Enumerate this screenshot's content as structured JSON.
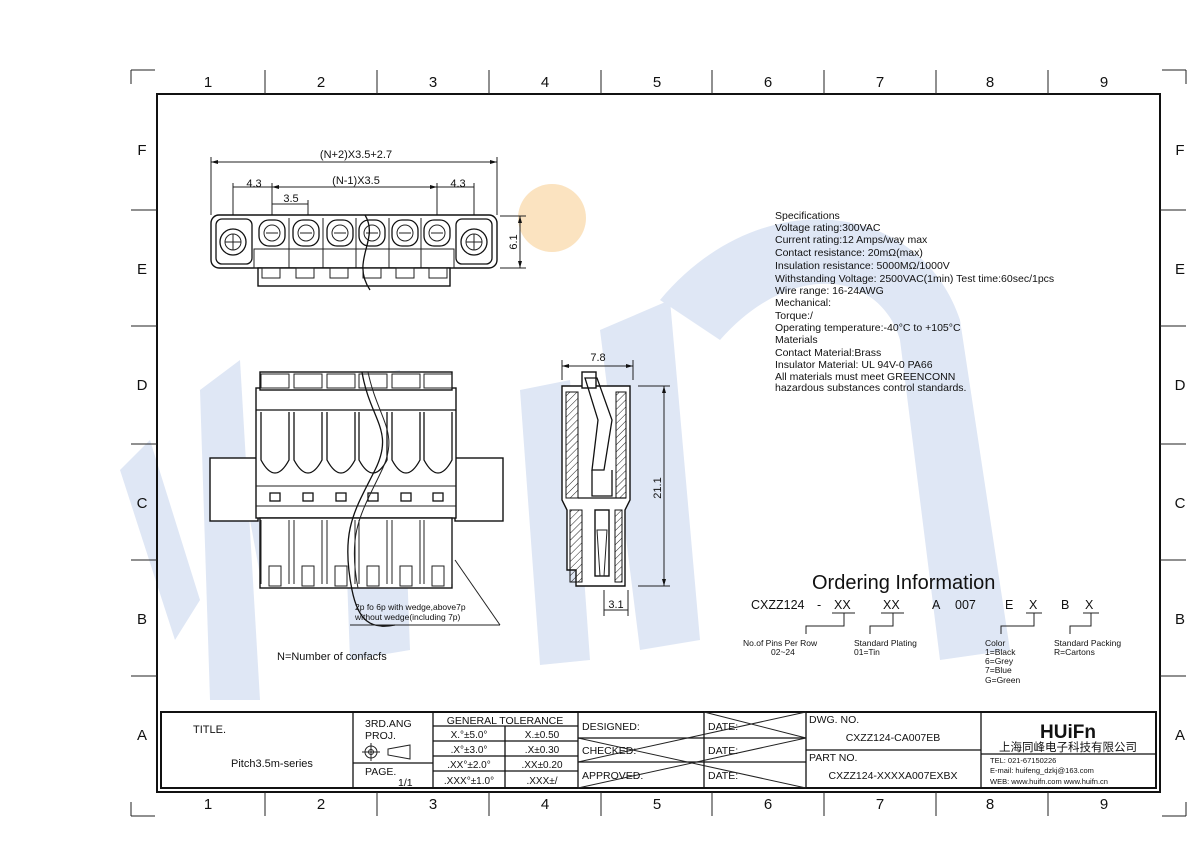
{
  "grid": {
    "columns": [
      "1",
      "2",
      "3",
      "4",
      "5",
      "6",
      "7",
      "8",
      "9"
    ],
    "rows": [
      "F",
      "E",
      "D",
      "C",
      "B",
      "A"
    ]
  },
  "brand": {
    "watermark": "HUiFn",
    "color_watermark": "#dfe7f5",
    "color_dot": "#fbe3c0"
  },
  "top_view": {
    "overall": "(N+2)X3.5+2.7",
    "pitch_span": "(N-1)X3.5",
    "left_offset": "4.3",
    "right_offset": "4.3",
    "pitch": "3.5",
    "height": "6.1"
  },
  "front_view": {
    "note_line1": "2p fo 6p with wedge,above7p",
    "note_line2": "without wedge(including 7p)",
    "n_note": "N=Number  of  confacfs"
  },
  "side_view": {
    "width": "7.8",
    "height": "21.1",
    "offset": "3.1"
  },
  "specs": [
    "Specifications",
    "Voltage  rating:300VAC",
    "Current  rating:12  Amps/way  max",
    "Contact  resistance:  20mΩ(max)",
    "Insulation  resistance:  5000MΩ/1000V",
    "Withstanding  Voltage:  2500VAC(1min)  Test  time:60sec/1pcs",
    "Wire  range:  16-24AWG",
    "Mechanical:",
    "Torque:/",
    "Operating  temperature:-40°C  to  +105°C",
    "Materials",
    "Contact  Material:Brass",
    "Insulator  Material:  UL  94V-0  PA66",
    "All  materials  must  meet  GREENCONN",
    "hazardous  substances  control  standards."
  ],
  "ordering": {
    "title": "Ordering  Information",
    "code": {
      "prefix": "CXZZ124",
      "dash": "-",
      "pins": "XX",
      "plating": "XX",
      "a": "A",
      "num": "007",
      "e": "E",
      "color": "X",
      "b": "B",
      "pack": "X"
    },
    "legend_pins": [
      "No.of  Pins  Per  Row",
      "02~24"
    ],
    "legend_plating": [
      "Standard  Plating",
      "01=Tin"
    ],
    "legend_color": [
      "Color",
      "1=Black",
      "6=Grey",
      "7=Blue",
      "G=Green"
    ],
    "legend_packing": [
      "Standard  Packing",
      "R=Cartons"
    ]
  },
  "title_block": {
    "title_label": "TITLE.",
    "title_value": "Pitch3.5m-series",
    "proj_line1": "3RD.ANG",
    "proj_line2": "PROJ.",
    "page_label": "PAGE.",
    "page_value": "1/1",
    "tolerance_header": "GENERAL  TOLERANCE",
    "tolerances": [
      [
        "X.°±5.0°",
        "X.±0.50"
      ],
      [
        ".X°±3.0°",
        ".X±0.30"
      ],
      [
        ".XX°±2.0°",
        ".XX±0.20"
      ],
      [
        ".XXX°±1.0°",
        ".XXX±/"
      ]
    ],
    "designed": "DESIGNED:",
    "checked": "CHECKED:",
    "approved": "APPROVED:",
    "date": "DATE:",
    "dwg_label": "DWG.  NO.",
    "dwg_value": "CXZZ124-CA007EB",
    "part_label": "PART  NO.",
    "part_value": "CXZZ124-XXXXA007EXBX",
    "company_logo": "HUiFn",
    "company_name": "上海同峰电子科技有限公司",
    "tel": "TEL:  021-67150226",
    "email": "E-mail:  huifeng_dzkj@163.com",
    "web": "WEB:  www.huifn.com    www.huifn.cn"
  }
}
